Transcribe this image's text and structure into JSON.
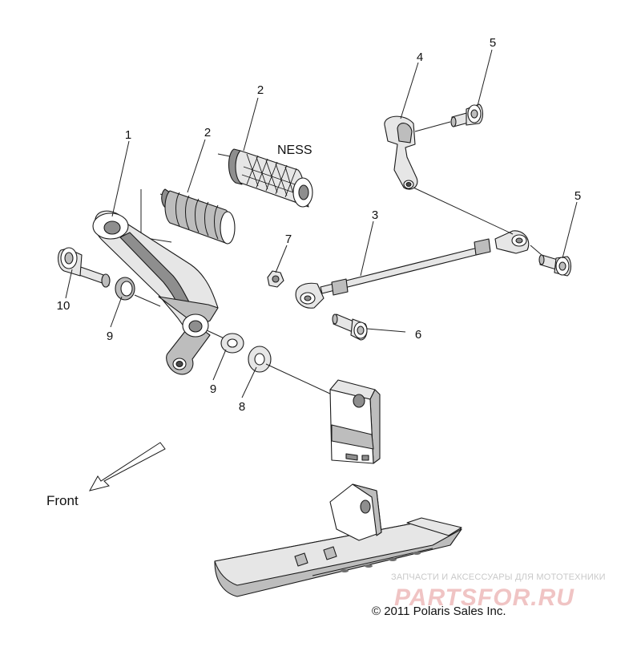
{
  "callouts": {
    "c1": "1",
    "c2a": "2",
    "c2b": "2",
    "c3": "3",
    "c4": "4",
    "c5a": "5",
    "c5b": "5",
    "c6": "6",
    "c7": "7",
    "c8": "8",
    "c9a": "9",
    "c9b": "9",
    "c10": "10"
  },
  "labels": {
    "ness": "NESS",
    "front": "Front",
    "copyright": "© 2011 Polaris Sales Inc."
  },
  "watermark": {
    "tagline": "ЗАПЧАСТИ И АКСЕССУАРЫ ДЛЯ МОТОТЕХНИКИ",
    "brand": "PARTSFOR.RU",
    "color": "#e8a0a0"
  }
}
